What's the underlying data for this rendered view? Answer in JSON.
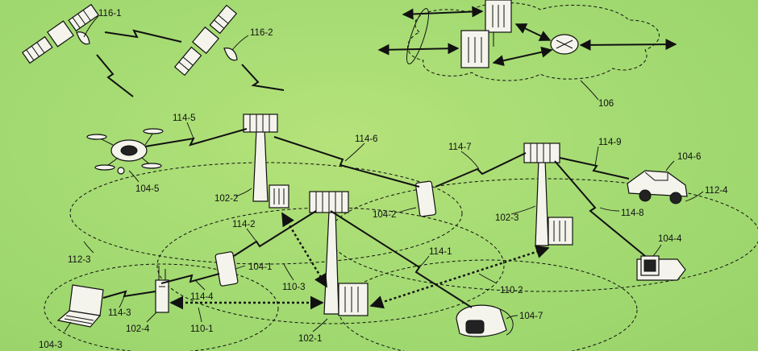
{
  "labels": {
    "sat1": "116-1",
    "sat2": "116-2",
    "cloud": "106",
    "l114_5": "114-5",
    "l114_6": "114-6",
    "l114_7": "114-7",
    "l114_9": "114-9",
    "l104_6": "104-6",
    "l112_4": "112-4",
    "l104_5": "104-5",
    "l102_2": "102-2",
    "l104_2": "104-2",
    "l102_3": "102-3",
    "l114_8": "114-8",
    "l114_2": "114-2",
    "l112_3": "112-3",
    "l104_4": "104-4",
    "l104_1": "104-1",
    "l114_1": "114-1",
    "l110_3": "110-3",
    "l110_2": "110-2",
    "l114_4": "114-4",
    "l114_3": "114-3",
    "l102_4": "102-4",
    "l104_7": "104-7",
    "l110_1": "110-1",
    "l102_1": "102-1",
    "l104_3": "104-3"
  },
  "colors": {
    "background": "#a7dc74",
    "ink": "#111111"
  }
}
